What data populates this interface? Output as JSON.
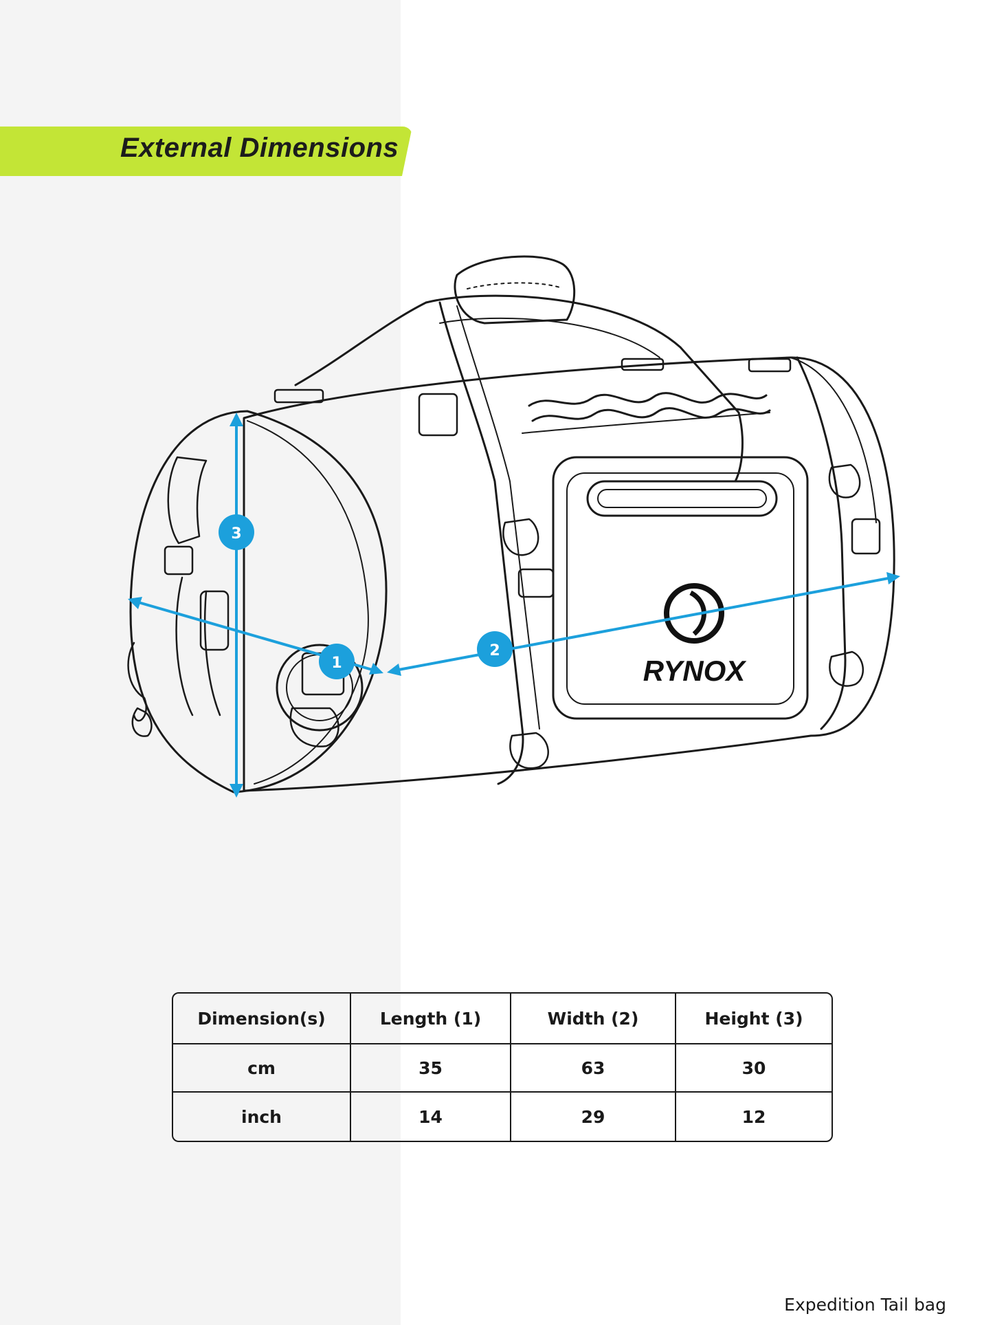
{
  "header": {
    "title": "External Dimensions"
  },
  "colors": {
    "banner": "#c3e536",
    "measure": "#1ca0dc",
    "outline": "#1a1a1a"
  },
  "diagram": {
    "markers": {
      "length": "1",
      "width": "2",
      "height": "3"
    },
    "brand_logo": "RYNOX"
  },
  "table": {
    "header": [
      "Dimension(s)",
      "Length (1)",
      "Width (2)",
      "Height (3)"
    ],
    "rows": [
      {
        "unit": "cm",
        "length": "35",
        "width": "63",
        "height": "30"
      },
      {
        "unit": "inch",
        "length": "14",
        "width": "29",
        "height": "12"
      }
    ]
  },
  "caption": "Expedition Tail bag"
}
